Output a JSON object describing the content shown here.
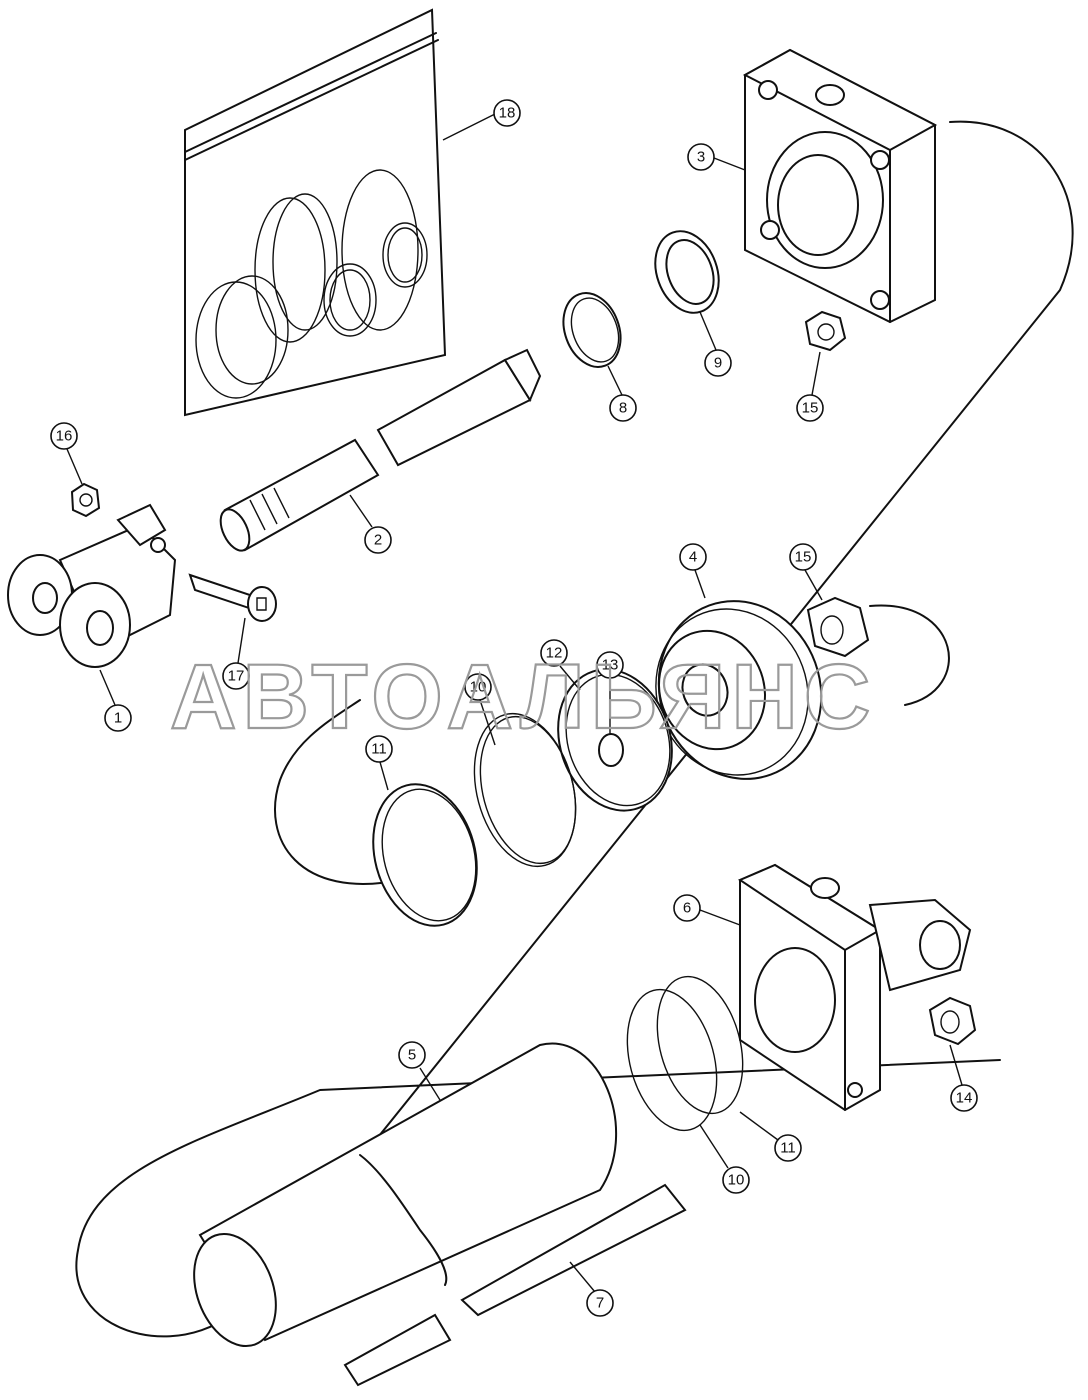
{
  "watermark": "АВТОАЛЬЯНС",
  "callouts": [
    "1",
    "2",
    "3",
    "4",
    "5",
    "6",
    "7",
    "8",
    "9",
    "10",
    "10",
    "11",
    "11",
    "12",
    "13",
    "14",
    "15",
    "15",
    "16",
    "17",
    "18"
  ],
  "parts": {
    "rod_clevis": "rod-clevis",
    "piston_rod": "piston-rod",
    "head_gland": "head-gland",
    "piston": "piston",
    "cylinder_barrel": "cylinder-barrel",
    "base_end_cap": "base-end-cap",
    "tie_rod": "tie-rod",
    "seal_kit_bag": "seal-kit-bag"
  }
}
